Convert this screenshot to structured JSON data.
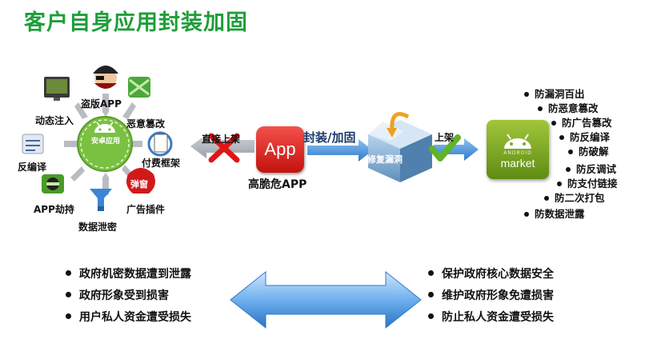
{
  "title": "客户自身应用封装加固",
  "threats": {
    "center": "安卓应用",
    "items": [
      "盗版APP",
      "恶意篡改",
      "付费框架",
      "广告插件",
      "数据泄密",
      "APP劫持",
      "反编译",
      "动态注入"
    ],
    "popup_badge": "弹窗"
  },
  "flow": {
    "direct_label": "直接上架",
    "app_text": "App",
    "app_caption": "高脆危APP",
    "wrap_label": "封装/加固",
    "box_label": "修复漏洞",
    "publish_label": "上架",
    "market_small": "ANDROID",
    "market_label": "market"
  },
  "protections": [
    "防漏洞百出",
    "防恶意篡改",
    "防广告篡改",
    "防反编译",
    "防破解",
    "防反调试",
    "防支付链接",
    "防二次打包",
    "防数据泄露"
  ],
  "bottom_left": [
    "政府机密数据遭到泄露",
    "政府形象受到损害",
    "用户私人资金遭受损失"
  ],
  "bottom_right": [
    "保护政府核心数据安全",
    "维护政府形象免遭损害",
    "防止私人资金遭受损失"
  ],
  "colors": {
    "title": "#1e9e3a",
    "arrow": "#3f8fd6",
    "app": "#d9241e",
    "market": "#7aa82a",
    "check": "#5fb42a",
    "cross": "#e01616"
  }
}
